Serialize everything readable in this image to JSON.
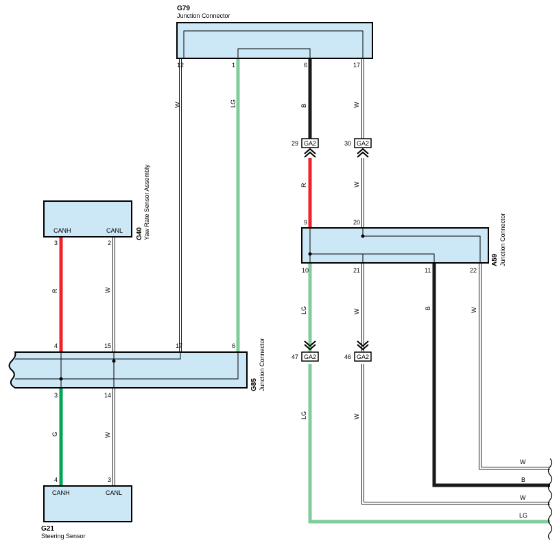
{
  "connectors": {
    "g79": {
      "id": "G79",
      "name": "Junction Connector"
    },
    "g40": {
      "id": "G40",
      "name": "Yaw Rate Sensor Assembly",
      "canh": "CANH",
      "canl": "CANL"
    },
    "g85": {
      "id": "G85",
      "name": "Junction Connector"
    },
    "g21": {
      "id": "G21",
      "name": "Steering Sensor",
      "canh": "CANH",
      "canl": "CANL"
    },
    "a59": {
      "id": "A59",
      "name": "Junction Connector"
    }
  },
  "inline_connector": "GA2",
  "pins": {
    "g79_12": "12",
    "g79_1": "1",
    "g79_6": "6",
    "g79_17": "17",
    "ga2_29": "29",
    "ga2_30": "30",
    "a59_9": "9",
    "a59_20": "20",
    "a59_10": "10",
    "a59_21": "21",
    "a59_11": "11",
    "a59_22": "22",
    "ga2_47": "47",
    "ga2_46": "46",
    "g40_3": "3",
    "g40_2": "2",
    "g85_4": "4",
    "g85_15": "15",
    "g85_17": "17",
    "g85_6": "6",
    "g85_3": "3",
    "g85_14": "14",
    "g21_4": "4",
    "g21_3": "3"
  },
  "wire_colors": {
    "W": "#ffffff",
    "LG": "#7fcc9c",
    "B": "#1a1a1a",
    "R": "#ee2228",
    "G": "#00a651"
  },
  "wire_labels": {
    "w_g79_12": "W",
    "lg_g79_1": "LG",
    "b_g79_6": "B",
    "w_g79_17": "W",
    "r_ga2_29": "R",
    "w_ga2_30": "W",
    "lg_a59_10": "LG",
    "w_a59_21": "W",
    "b_a59_11": "B",
    "w_a59_22": "W",
    "lg_ga2_47": "LG",
    "w_ga2_46": "W",
    "r_g40": "R",
    "w_g40": "W",
    "g_g21": "G",
    "w_g21": "W",
    "out_w1": "W",
    "out_b": "B",
    "out_w2": "W",
    "out_lg": "LG"
  },
  "box_color": "#cce8f6"
}
